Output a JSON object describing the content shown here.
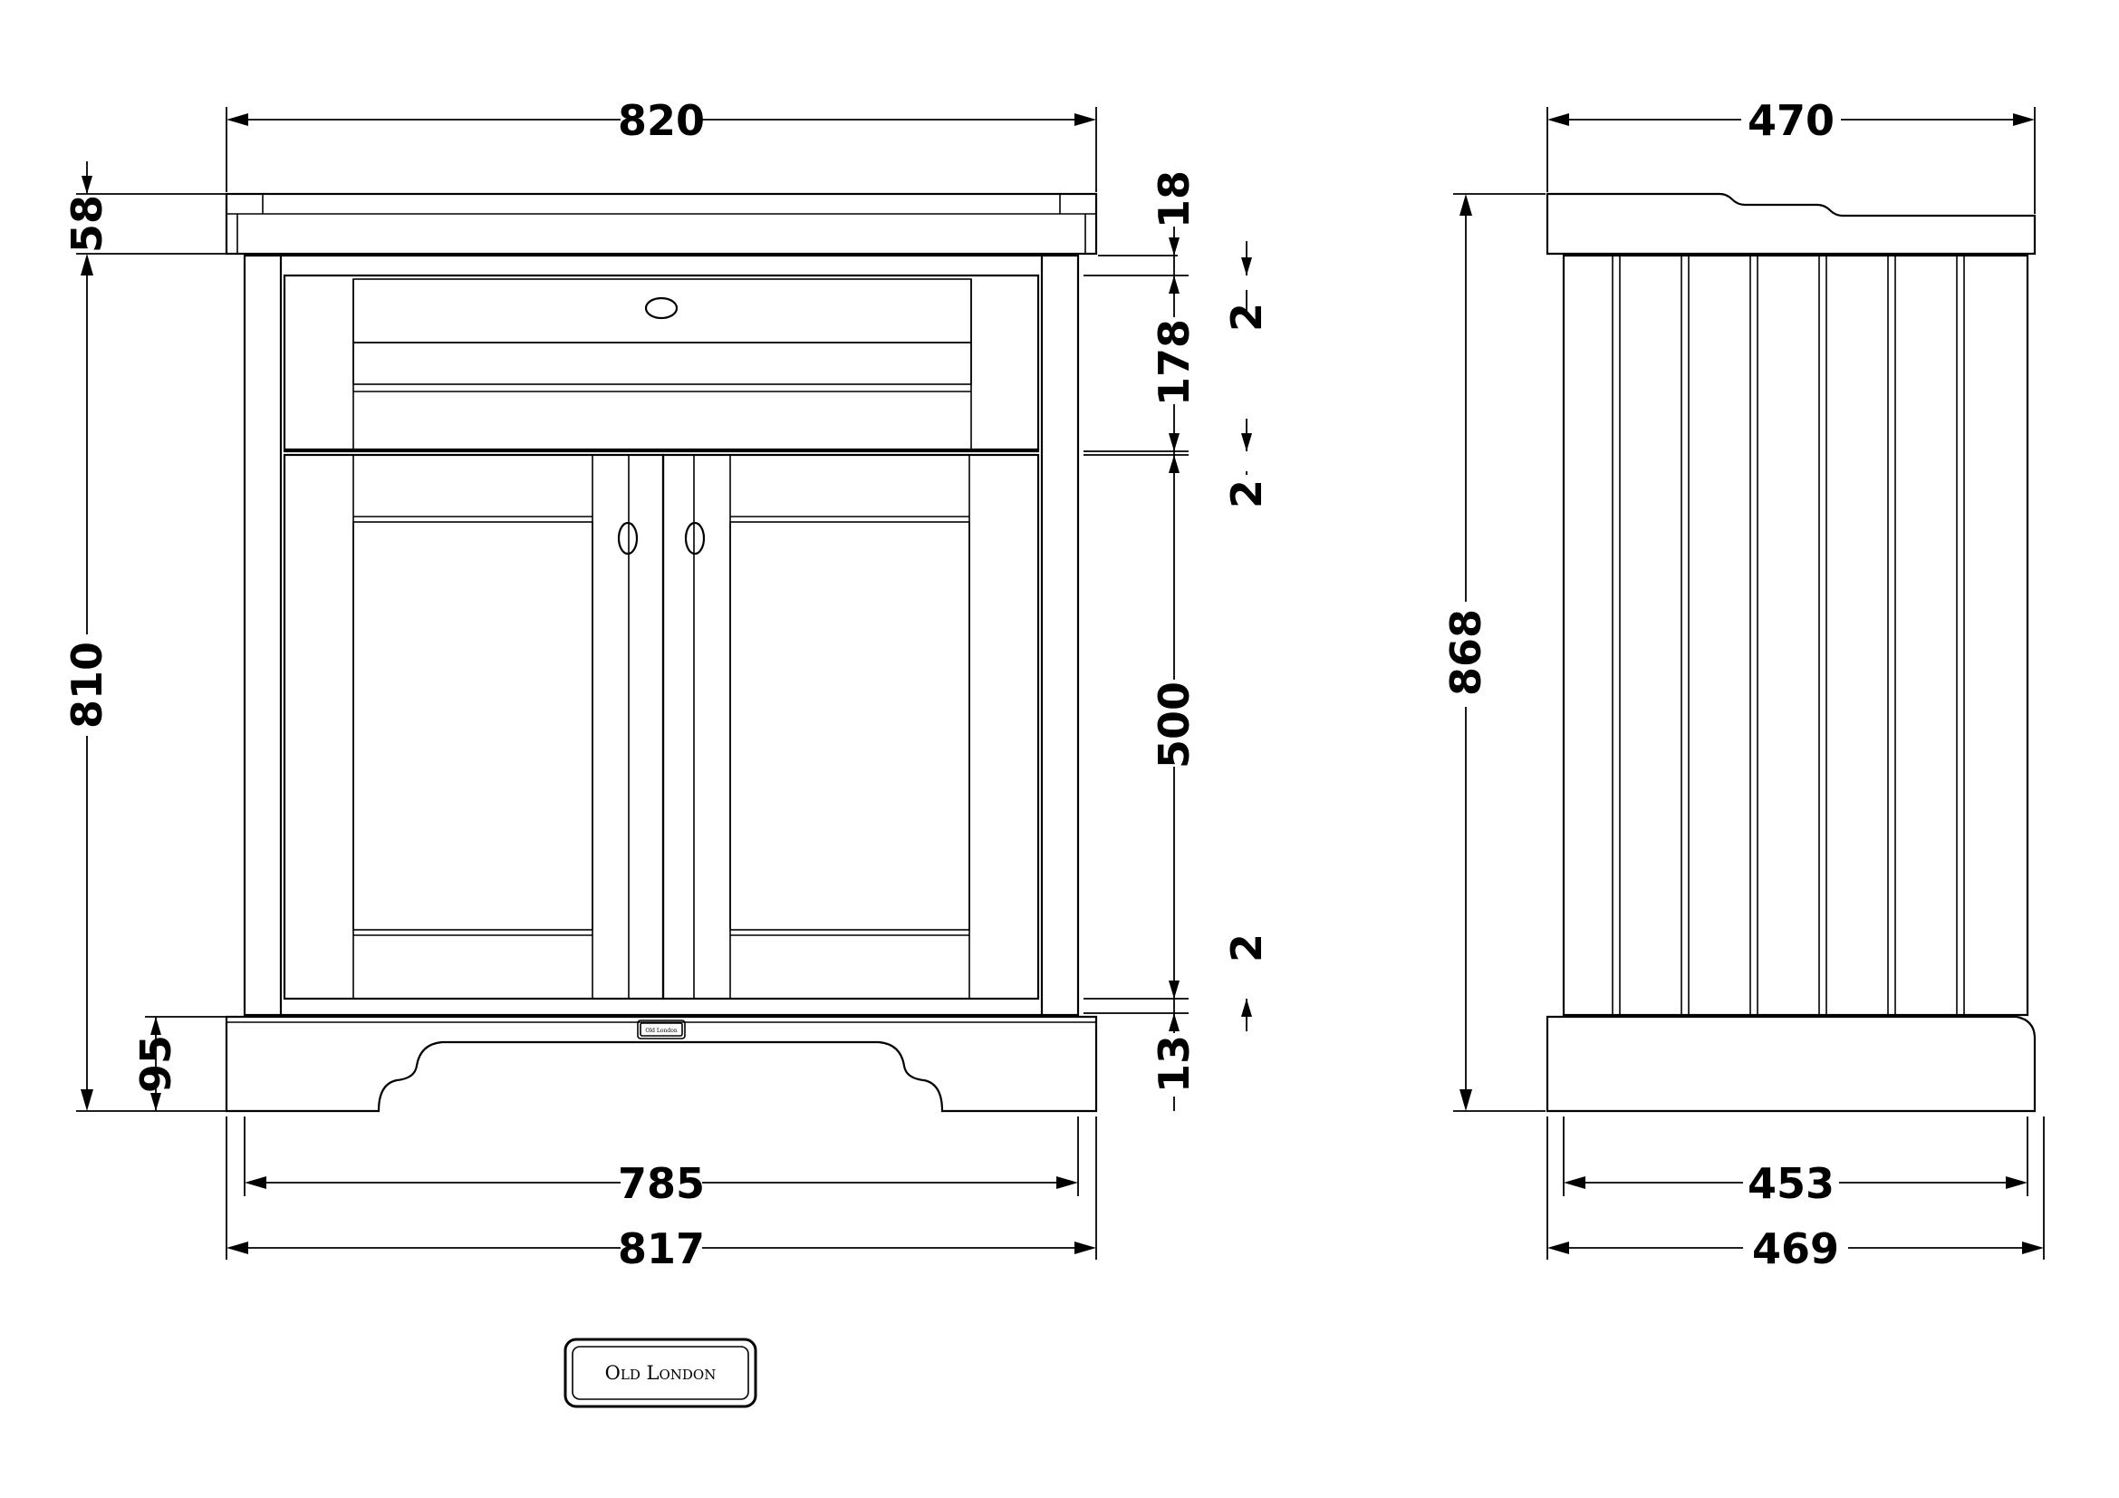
{
  "dimensions": {
    "front": {
      "overall_width_top": "820",
      "top_thickness": "58",
      "top_step": "18",
      "drawer_gap_top": "2",
      "drawer_height": "178",
      "drawer_gap_mid": "2",
      "door_height": "500",
      "door_gap_bottom": "2",
      "plinth_gap": "13",
      "body_height": "810",
      "plinth_height": "95",
      "inner_width": "785",
      "base_width": "817"
    },
    "side": {
      "overall_depth_top": "470",
      "overall_height": "868",
      "inner_depth": "453",
      "base_depth": "469"
    }
  },
  "brand": {
    "logo_text": "Old London",
    "plinth_badge_text": "Old London"
  }
}
